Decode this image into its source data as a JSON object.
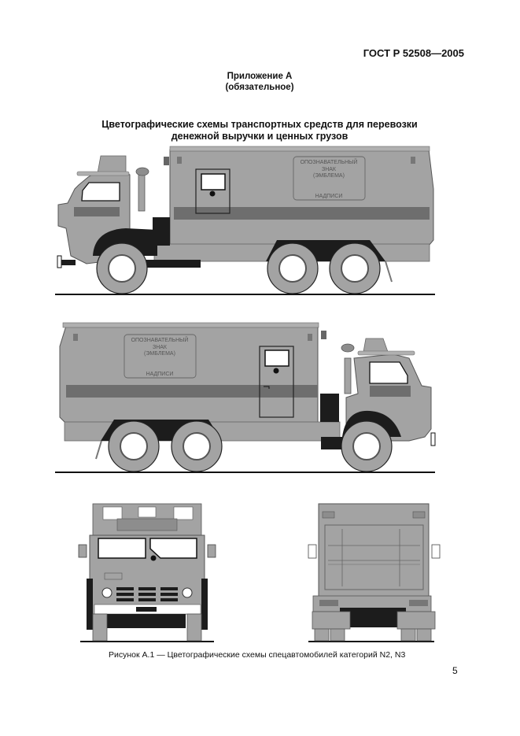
{
  "header": {
    "standard_id": "ГОСТ Р 52508—2005"
  },
  "annex": {
    "title": "Приложение А",
    "status": "(обязательное)"
  },
  "section": {
    "title_line1": "Цветографические схемы транспортных средств для перевозки",
    "title_line2": "денежной выручки и ценных грузов"
  },
  "figure": {
    "views": [
      {
        "name": "left-side-view"
      },
      {
        "name": "right-side-view"
      },
      {
        "name": "front-view"
      },
      {
        "name": "rear-view"
      }
    ],
    "emblem_panel": {
      "line1": "ОПОЗНАВАТЕЛЬНЫЙ",
      "line2": "ЗНАК",
      "line3": "(ЭМБЛЕМА)",
      "line4": "НАДПИСИ"
    },
    "colors": {
      "body": "#a3a3a3",
      "stripe": "#6e6e6e",
      "dark": "#1c1c1c",
      "window": "#ffffff",
      "ground": "#111111"
    },
    "caption": "Рисунок А.1 — Цветографические схемы спецавтомобилей категорий N2, N3"
  },
  "footer": {
    "page_number": "5"
  }
}
